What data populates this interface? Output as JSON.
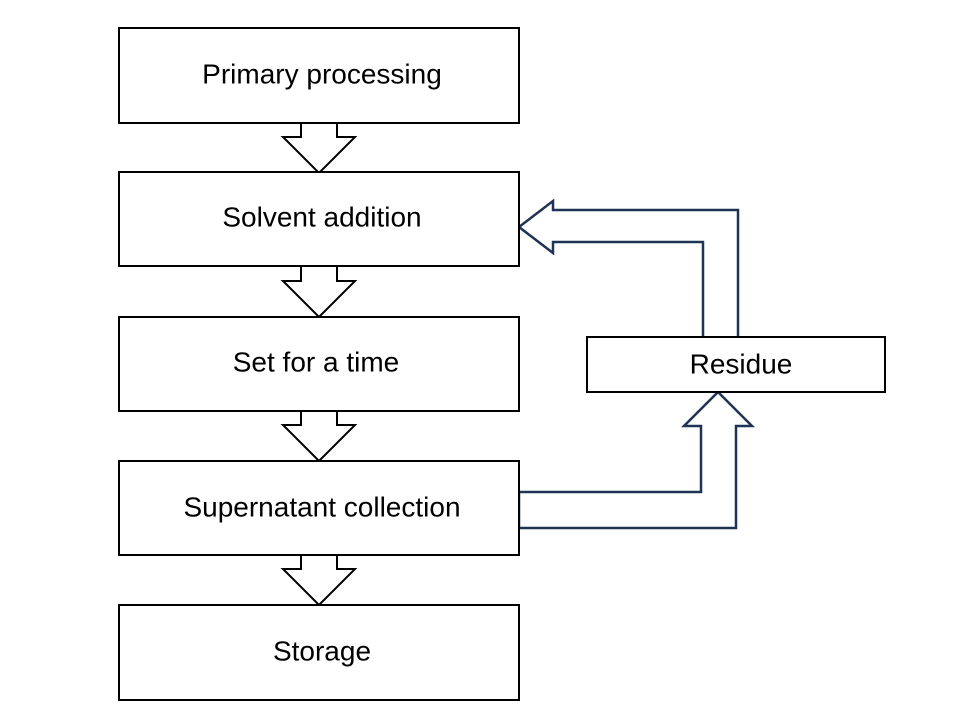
{
  "colors": {
    "box_stroke": "#000000",
    "feedback_arrow_stroke": "#1f3354",
    "background": "#ffffff"
  },
  "steps": [
    {
      "label": "Primary processing"
    },
    {
      "label": "Solvent addition"
    },
    {
      "label": "Set for a time"
    },
    {
      "label": "Supernatant collection"
    },
    {
      "label": "Storage"
    }
  ],
  "side": {
    "residue_label": "Residue"
  }
}
